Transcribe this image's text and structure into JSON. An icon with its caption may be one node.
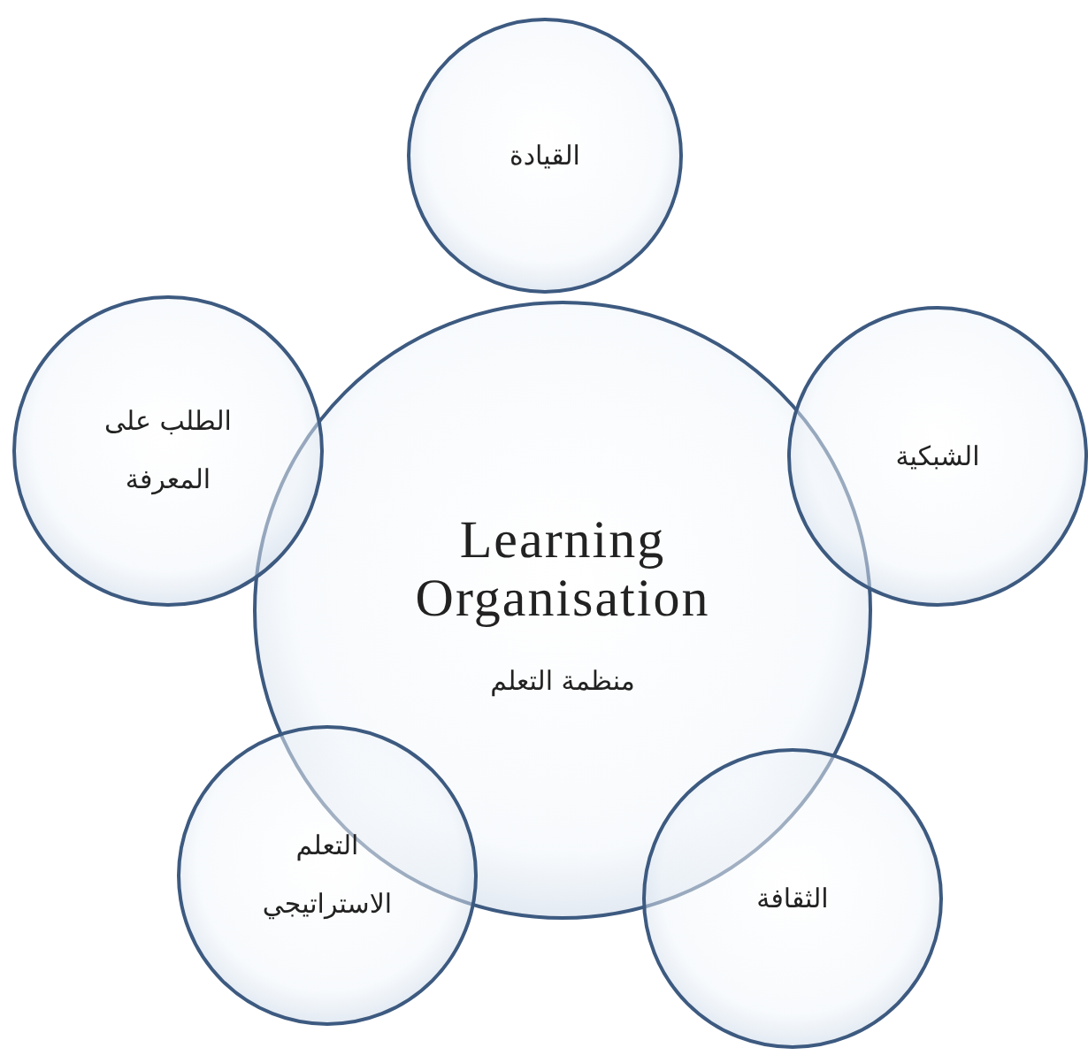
{
  "diagram": {
    "nodes": [
      {
        "text": [
          "Learning Organisation",
          "منظمة التعلم"
        ]
      },
      {
        "text": [
          "القيادة"
        ]
      },
      {
        "text": [
          "الشبكية"
        ]
      },
      {
        "text": [
          "الثقافة"
        ]
      },
      {
        "text": [
          "التعلم الاستراتيجي"
        ]
      },
      {
        "text": [
          "الطلب على المعرفة"
        ]
      }
    ]
  }
}
